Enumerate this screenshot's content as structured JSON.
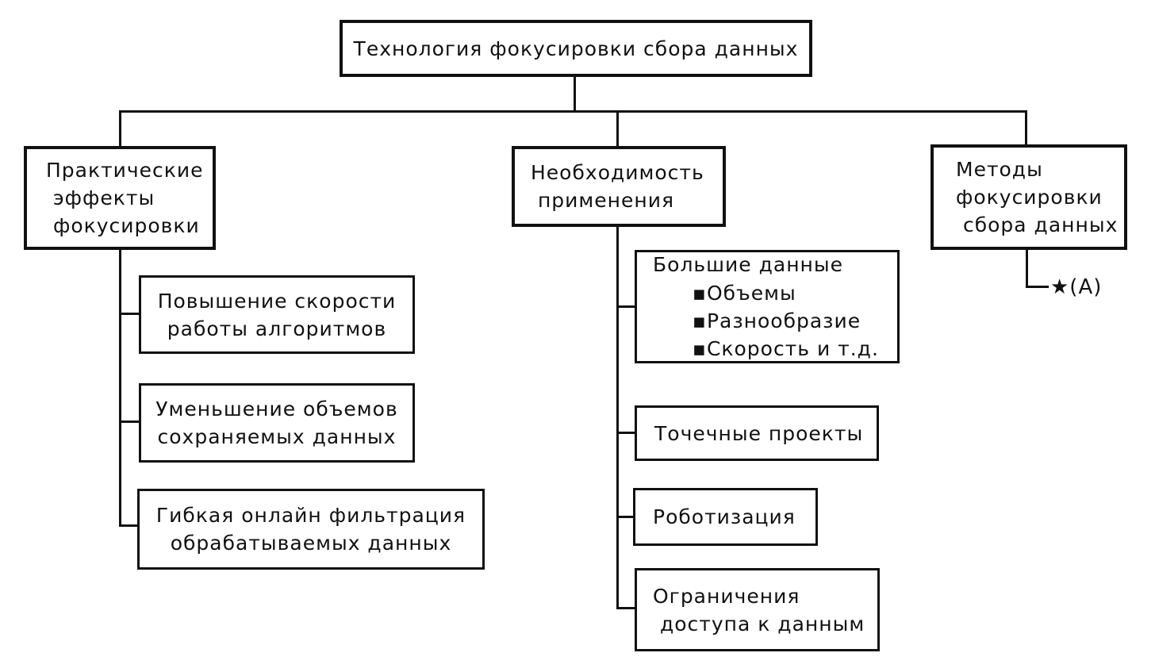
{
  "root": {
    "label": "Технология фокусировки сбора данных"
  },
  "left": {
    "label": "Практические\n эффекты\n фокусировки",
    "children": [
      "Повышение скорости\nработы алгоритмов",
      "Уменьшение объемов\nсохраняемых данных",
      "Гибкая онлайн фильтрация\nобрабатываемых данных"
    ]
  },
  "middle": {
    "label": "Необходимость\n применения",
    "big_data": {
      "title": "Большие данные",
      "bullets": [
        "▪Объемы",
        "▪Разнообразие",
        "▪Скорость и т.д."
      ]
    },
    "children": [
      "Точечные проекты",
      "Роботизация",
      "Ограничения\n доступа к данным"
    ]
  },
  "right": {
    "label": "Методы\nфокусировки\n сбора данных",
    "annotation": "★(A)"
  },
  "colors": {
    "line": "#111111",
    "background": "#ffffff"
  }
}
